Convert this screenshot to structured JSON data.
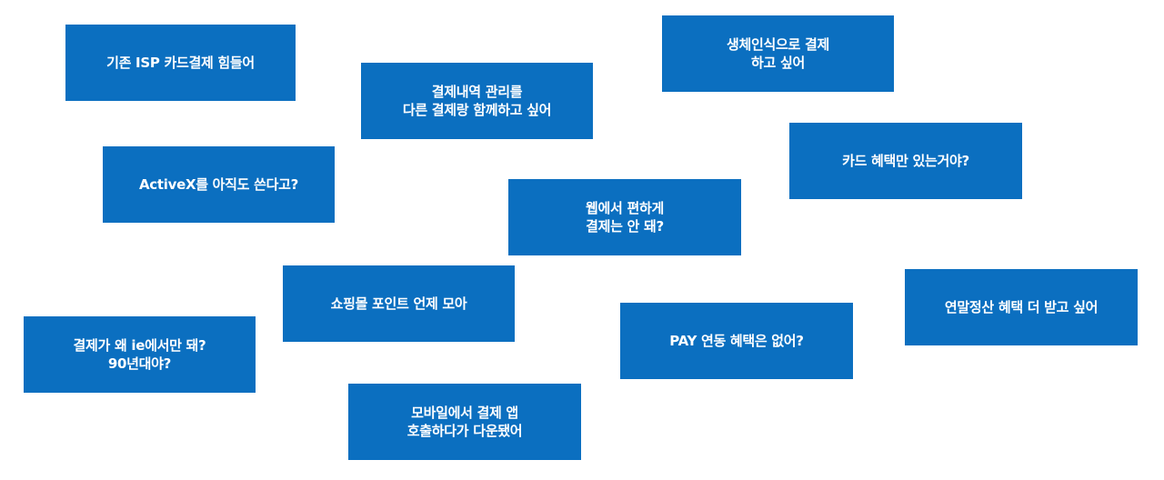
{
  "colors": {
    "bubble_background": "#0b6fc0",
    "bubble_text": "#ffffff",
    "page_background": "#ffffff"
  },
  "complaints": [
    {
      "text": "기존 ISP 카드결제 힘들어"
    },
    {
      "text": "결제내역 관리를\n다른 결제랑 함께하고 싶어"
    },
    {
      "text": "생체인식으로 결제\n하고 싶어"
    },
    {
      "text": "ActiveX를 아직도 쓴다고?"
    },
    {
      "text": "카드 혜택만 있는거야?"
    },
    {
      "text": "웹에서 편하게\n결제는 안 돼?"
    },
    {
      "text": "쇼핑몰 포인트 언제 모아"
    },
    {
      "text": "연말정산 혜택 더 받고 싶어"
    },
    {
      "text": "결제가 왜 ie에서만 돼?\n90년대야?"
    },
    {
      "text": "PAY 연동 혜택은 없어?"
    },
    {
      "text": "모바일에서 결제 앱\n호출하다가 다운됐어"
    }
  ]
}
